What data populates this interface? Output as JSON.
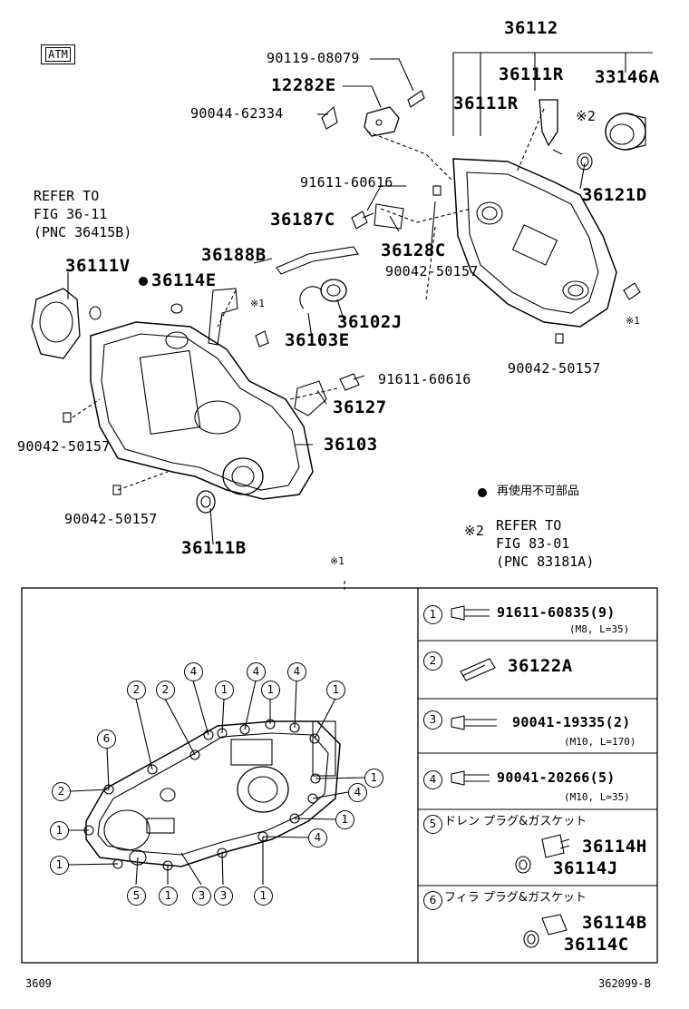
{
  "badge": "ATM",
  "labels": {
    "p36112": "36112",
    "p36111R_a": "36111R",
    "p33146A": "33146A",
    "p36111R_b": "36111R",
    "p90119": "90119-08079",
    "p12282E": "12282E",
    "p90044": "90044-62334",
    "p91611a": "91611-60616",
    "p36187C": "36187C",
    "p36128C": "36128C",
    "p90042a": "90042-50157",
    "p36121D": "36121D",
    "p36188B": "36188B",
    "p36111V": "36111V",
    "p36114E": "36114E",
    "p36102J": "36102J",
    "p36103E": "36103E",
    "p90042b": "90042-50157",
    "p91611b": "91611-60616",
    "p36127": "36127",
    "p36103": "36103",
    "p90042c": "90042-50157",
    "p90042d": "90042-50157",
    "p36111B": "36111B",
    "mark2": "※2",
    "mark1a": "※1",
    "mark1b": "※1",
    "mark1c": "※1"
  },
  "refer_a": "REFER TO\nFIG 36-11\n(PNC 36415B)",
  "refer_b": "REFER TO\nFIG 83-01\n(PNC 83181A)",
  "legend": {
    "dot_note": "再使用不可部品",
    "ref_mark": "※2"
  },
  "bolts": [
    {
      "num": "1",
      "part": "91611-60835(9)",
      "spec": "(M8, L=35)"
    },
    {
      "num": "2",
      "part": "36122A",
      "spec": ""
    },
    {
      "num": "3",
      "part": "90041-19335(2)",
      "spec": "(M10, L=170)"
    },
    {
      "num": "4",
      "part": "90041-20266(5)",
      "spec": "(M10, L=35)"
    }
  ],
  "drain": {
    "num": "5",
    "title": "ドレン プラグ&ガスケット",
    "part_a": "36114H",
    "part_b": "36114J"
  },
  "filler": {
    "num": "6",
    "title": "フィラ プラグ&ガスケット",
    "part_a": "36114B",
    "part_b": "36114C"
  },
  "footer": {
    "left": "3609",
    "right": "362099-B"
  }
}
